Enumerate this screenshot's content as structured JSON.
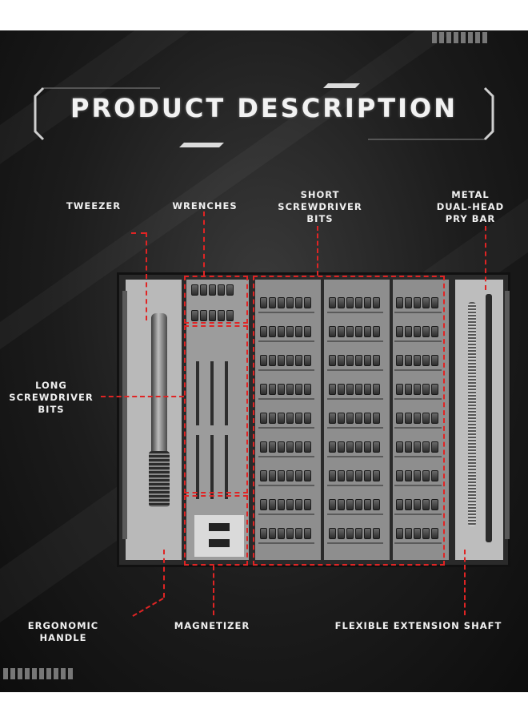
{
  "title": "PRODUCT DESCRIPTION",
  "labels": {
    "tweezer": "TWEEZER",
    "wrenches": "WRENCHES",
    "short_bits": "SHORT\nSCREWDRIVER\nBITS",
    "pry_bar": "METAL\nDUAL-HEAD\nPRY BAR",
    "long_bits": "LONG\nSCREWDRIVER\nBITS",
    "handle": "ERGONOMIC\nHANDLE",
    "magnetizer": "MAGNETIZER",
    "extension": "FLEXIBLE EXTENSION SHAFT"
  },
  "colors": {
    "accent": "#e02424",
    "background": "#1c1c1c",
    "text": "#f0f0f0"
  }
}
